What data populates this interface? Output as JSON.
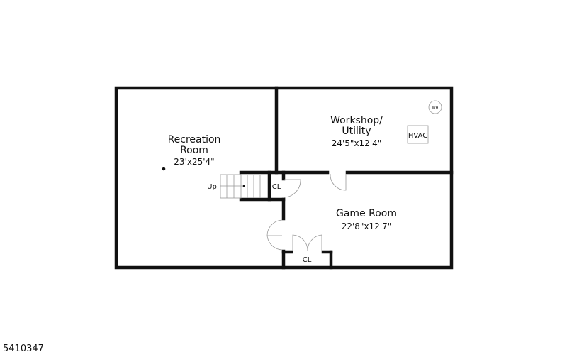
{
  "rooms": [
    {
      "name_line1": "Recreation",
      "name_line2": "Room",
      "dimensions": "23'x25'4\""
    },
    {
      "name_line1": "Workshop/",
      "name_line2": "Utility",
      "dimensions": "24'5\"x12'4\""
    },
    {
      "name_line1": "Game Room",
      "dimensions": "22'8\"x12'7\""
    }
  ],
  "closets": [
    "CL",
    "CL"
  ],
  "stairs_label": "Up",
  "fixtures": {
    "water_heater": "WH",
    "hvac": "HVAC"
  },
  "listing_id": "5410347"
}
